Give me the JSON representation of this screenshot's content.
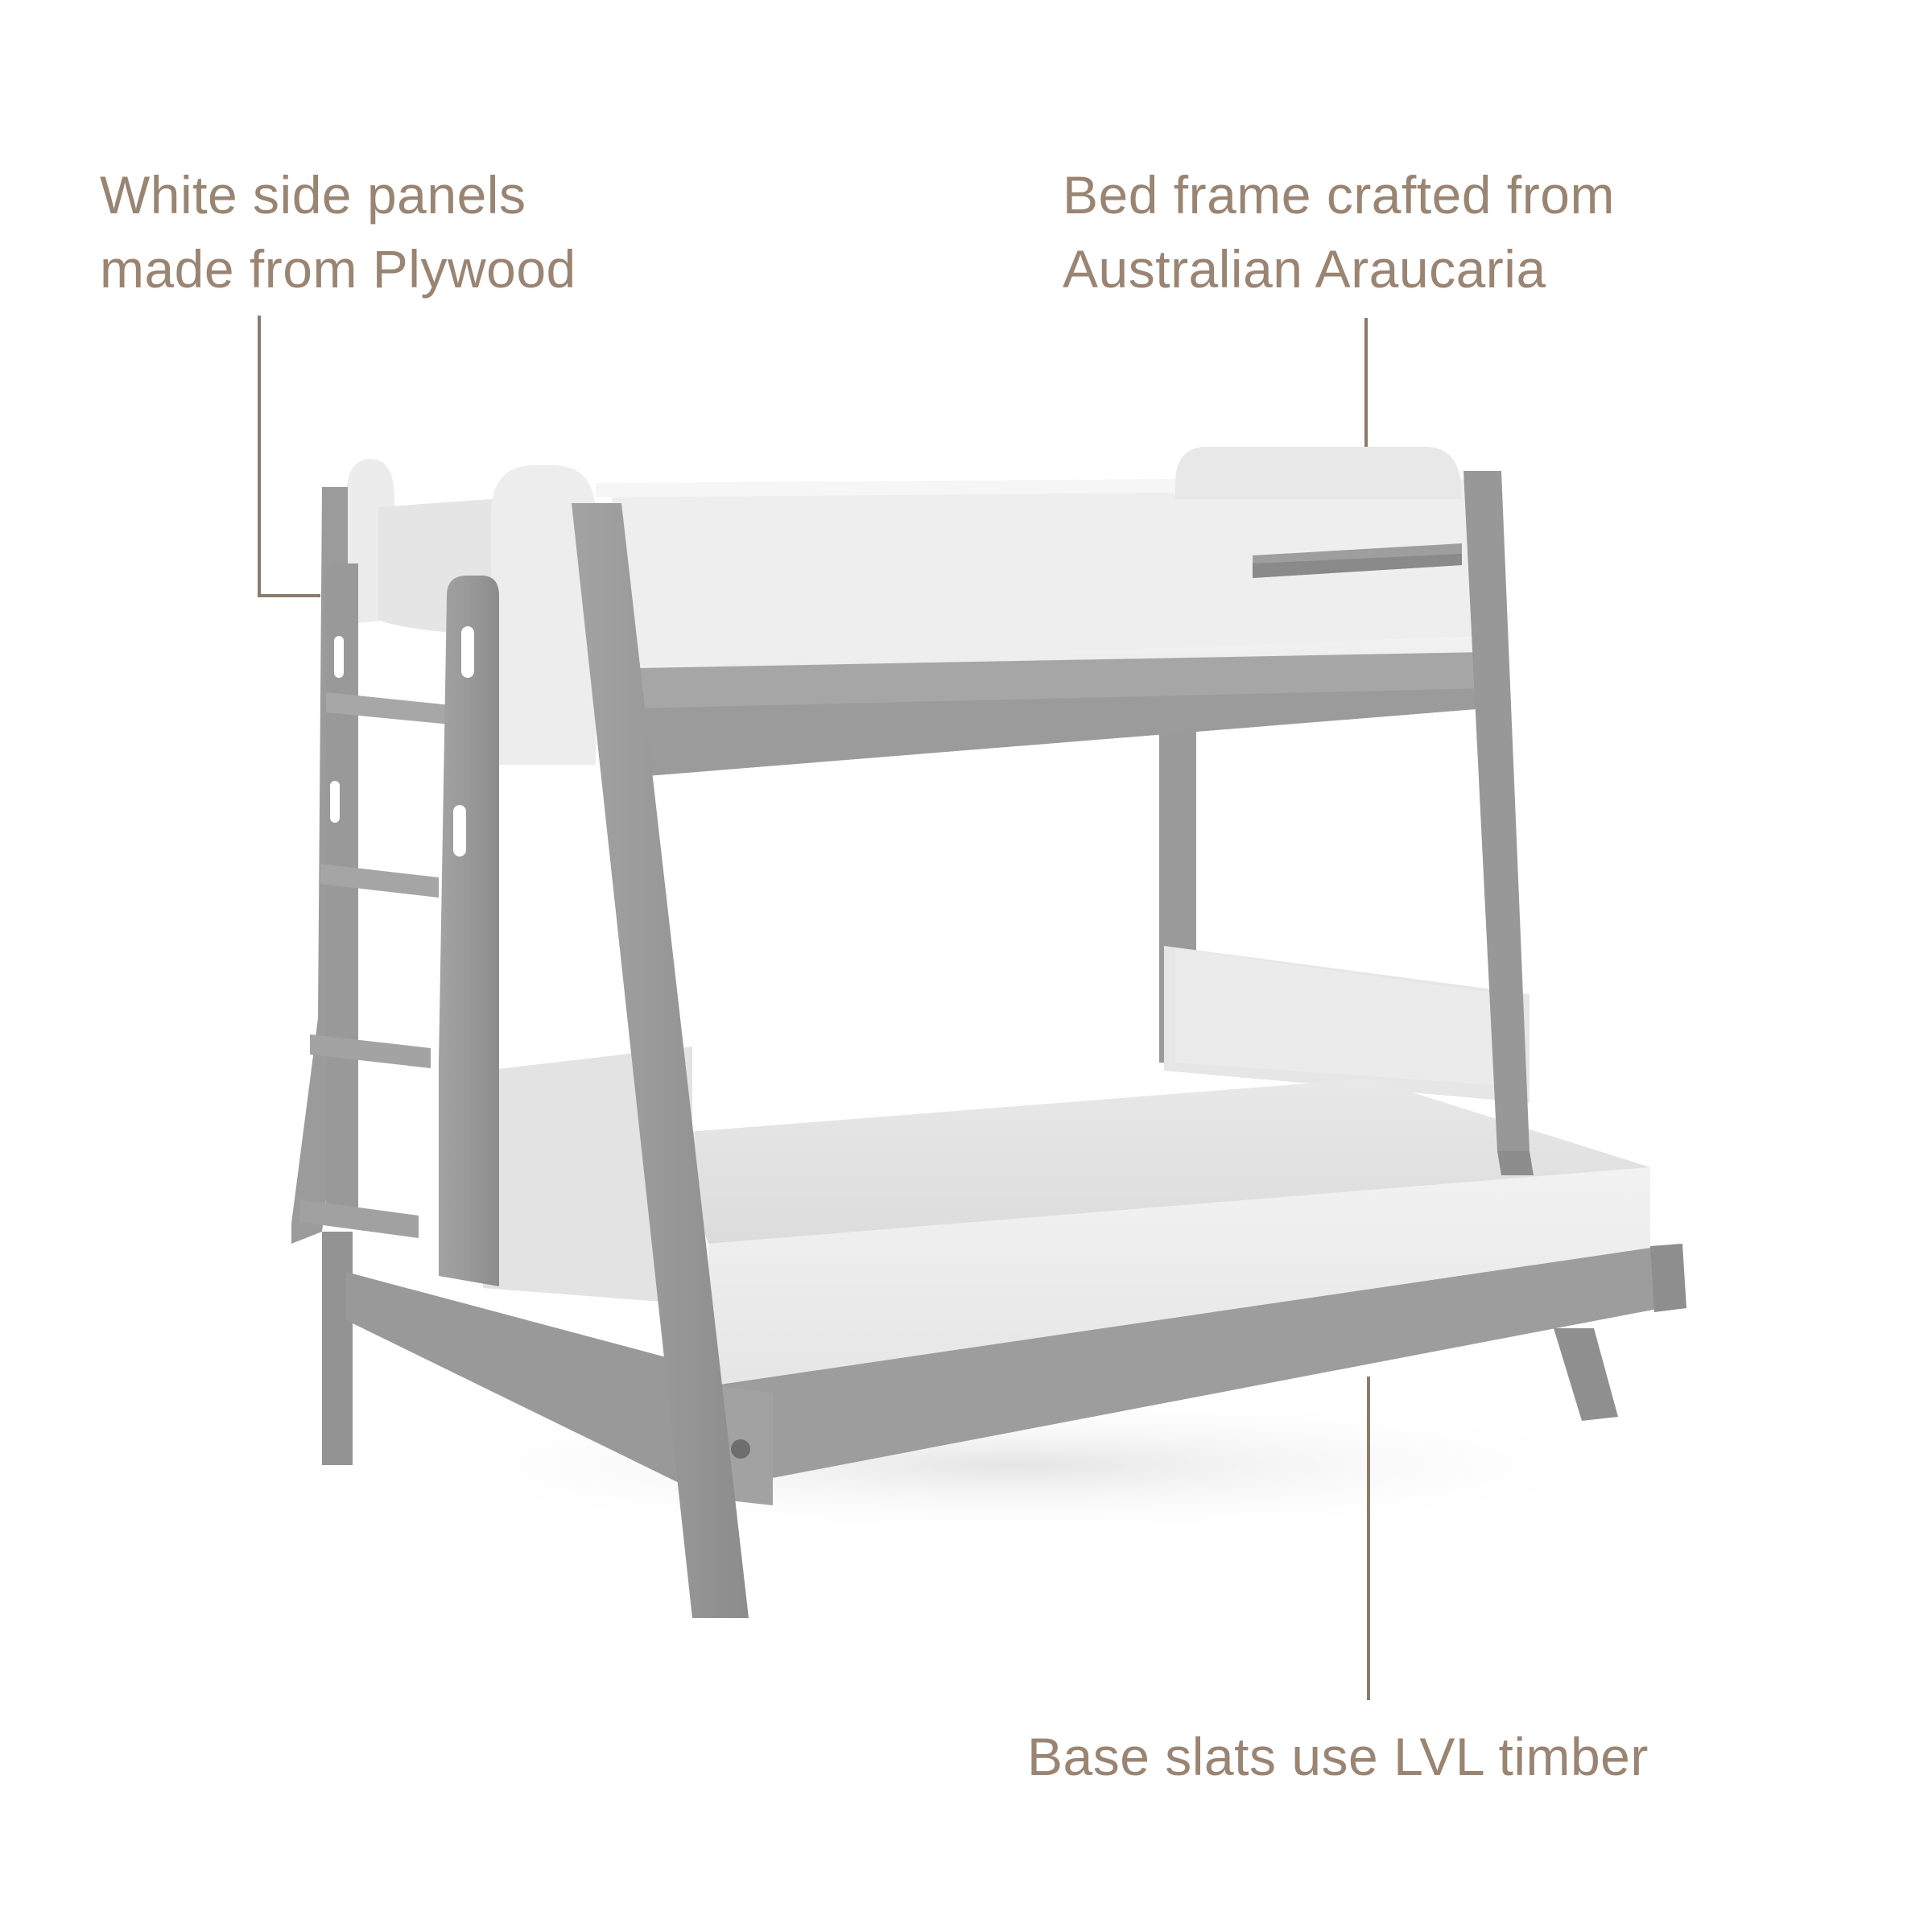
{
  "colors": {
    "label_text": "#9a8472",
    "leader_line": "#8d7a6a",
    "frame_wood": "#9c9c9c",
    "frame_wood_dark": "#868686",
    "panel_white": "#e9e9e9",
    "mattress": "#e4e4e4"
  },
  "callouts": {
    "plywood": {
      "line1": "White side panels",
      "line2": "made from Plywood"
    },
    "frame": {
      "line1": "Bed frame crafted from",
      "line2": "Australian Araucaria"
    },
    "slats": {
      "line1": "Base slats use LVL timber"
    }
  }
}
